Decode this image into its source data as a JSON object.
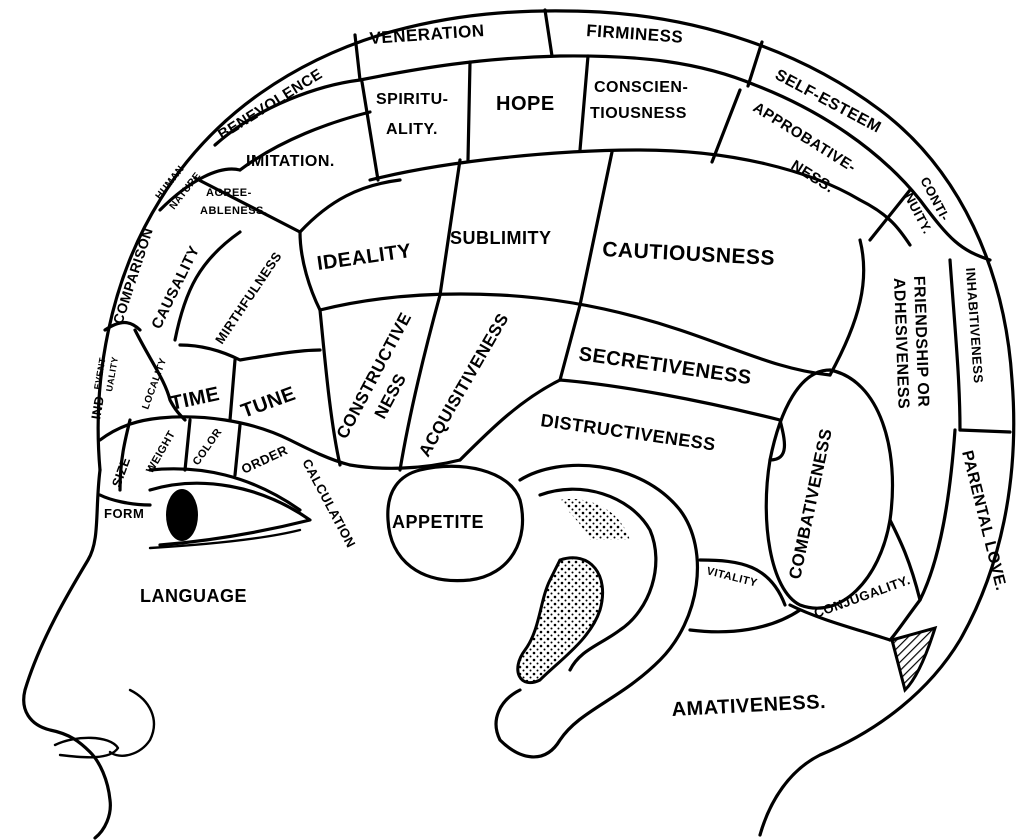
{
  "labels": {
    "veneration": "VENERATION",
    "firmness": "FIRMINESS",
    "benevolence": "BENEVOLENCE",
    "self_esteem": "SELF-ESTEEM",
    "spirituality_1": "SPIRITU-",
    "spirituality_2": "ALITY.",
    "hope": "HOPE",
    "conscientiousness_1": "CONSCIEN-",
    "conscientiousness_2": "TIOUSNESS",
    "approbativeness_1": "APPROBATIVE-",
    "approbativeness_2": "NESS.",
    "imitation": "IMITATION.",
    "human_nature_1": "HUMAN",
    "human_nature_2": "NATURE",
    "agreeableness_1": "AGREE-",
    "agreeableness_2": "ABLENESS.",
    "continuity_1": "CONTI-",
    "continuity_2": "NUITY.",
    "comparison": "COMPARISON",
    "causality": "CAUSALITY",
    "mirthfulness": "MIRTHFULNESS",
    "ideality": "IDEALITY",
    "sublimity": "SUBLIMITY",
    "cautiousness": "CAUTIOUSNESS",
    "inhabitiveness": "INHABITIVENESS",
    "friendship_1": "FRIENDSHIP OR",
    "friendship_2": "ADHESIVENESS",
    "eventuality_1": "EVENT-",
    "eventuality_2": "UALITY",
    "locality": "LOCALITY",
    "time": "TIME",
    "tune": "TUNE",
    "constructiveness_1": "CONSTRUCTIVE",
    "constructiveness_2": "NESS",
    "acquisitiveness": "ACQUISITIVENESS",
    "secretiveness": "SECRETIVENESS",
    "ind": "IND",
    "size": "SIZE",
    "weight": "WEIGHT",
    "color": "COLOR",
    "order": "ORDER",
    "calculation": "CALCULATION",
    "distructiveness": "DISTRUCTIVENESS",
    "combativeness": "COMBATIVENESS",
    "parental_love": "PARENTAL LOVE.",
    "form": "FORM",
    "appetite": "APPETITE",
    "language": "LANGUAGE",
    "vitality": "VITALITY",
    "conjugality": "CONJUGALITY.",
    "amativeness": "AMATIVENESS."
  }
}
